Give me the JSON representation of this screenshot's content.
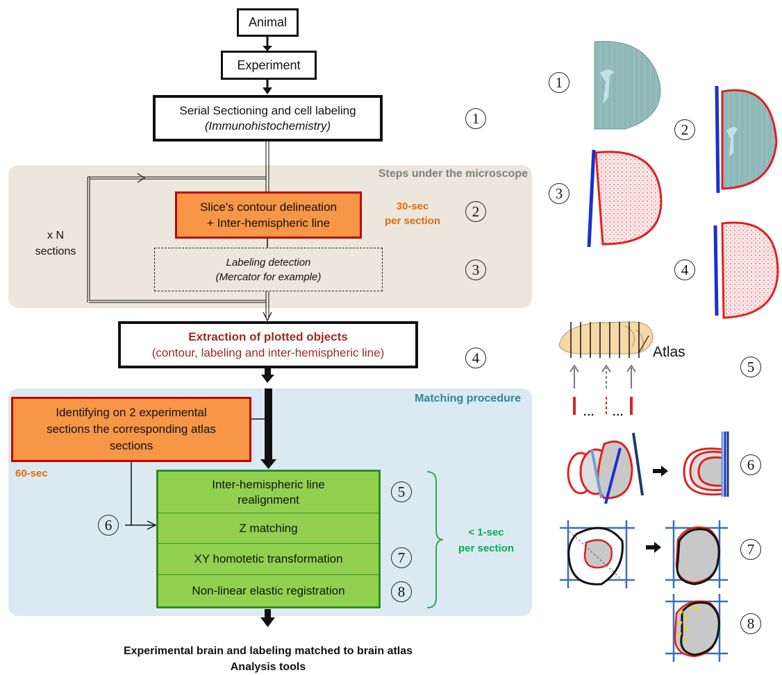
{
  "flow": {
    "animal": "Animal",
    "experiment": "Experiment",
    "serial_line1": "Serial Sectioning and cell labeling",
    "serial_line2": "(Immunohistochemistry)",
    "microscope_title": "Steps under the microscope",
    "xn_line1": "x N",
    "xn_line2": "sections",
    "contour_line1": "Slice's contour delineation",
    "contour_line2": "+ Inter-hemispheric line",
    "time_30_line1": "30-sec",
    "time_30_line2": "per section",
    "labeling_line1": "Labeling detection",
    "labeling_line2": "(Mercator for example)",
    "extraction_line1": "Extraction of  plotted objects",
    "extraction_line2": "(contour, labeling and inter-hemispheric line)",
    "matching_title": "Matching procedure",
    "identify_line1": "Identifying on 2 experimental",
    "identify_line2": "sections the corresponding atlas",
    "identify_line3": "sections",
    "time_60": "60-sec",
    "green_steps": [
      "Inter-hemispheric line realignment",
      "Z matching",
      "XY homotetic transformation",
      "Non-linear elastic registration"
    ],
    "time_1_line1": "< 1-sec",
    "time_1_line2": "per section",
    "result_line1": "Experimental brain and labeling matched to brain atlas",
    "result_line2": "Analysis tools"
  },
  "markers": {
    "flow_1": "1",
    "flow_2": "2",
    "flow_3": "3",
    "flow_4": "4",
    "flow_5": "5",
    "flow_6": "6",
    "flow_7": "7",
    "flow_8": "8",
    "img_1": "1",
    "img_2": "2",
    "img_3": "3",
    "img_4": "4",
    "img_5": "5",
    "img_6": "6",
    "img_7": "7",
    "img_8": "8"
  },
  "illustration": {
    "atlas_label": "Atlas",
    "dots": "...",
    "dots2": "..."
  },
  "colors": {
    "orange_fill": "#f79646",
    "dark_red_border": "#c00000",
    "green_fill": "#92d050",
    "green_border": "#2d8c1f",
    "microscope_panel": "#ebe7dc",
    "matching_panel": "#dbeaf2",
    "time_orange": "#e46c0a",
    "time_green": "#00b050",
    "matching_title_color": "#31849b",
    "microscope_title_color": "#7f7f7f",
    "extraction_red": "#9b2a2a"
  }
}
